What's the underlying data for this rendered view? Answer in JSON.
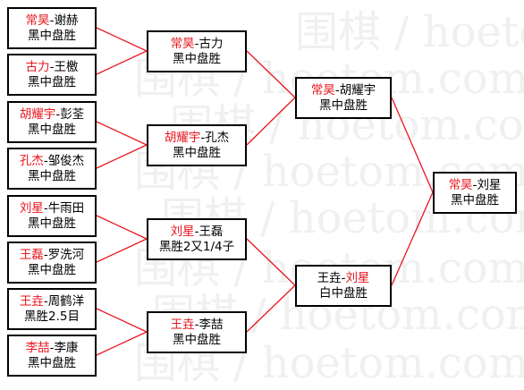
{
  "watermark": "围棋 / hoetom.com",
  "colors": {
    "winner": "#e8161d",
    "text": "#000000",
    "line": "#e8161d",
    "border": "#000000"
  },
  "round1": [
    {
      "p1": "常昊",
      "p2": "谢赫",
      "winner": 1,
      "result": "黑中盘胜"
    },
    {
      "p1": "古力",
      "p2": "王檄",
      "winner": 1,
      "result": "黑中盘胜"
    },
    {
      "p1": "胡耀宇",
      "p2": "彭荃",
      "winner": 1,
      "result": "黑中盘胜"
    },
    {
      "p1": "孔杰",
      "p2": "邹俊杰",
      "winner": 1,
      "result": "黑中盘胜"
    },
    {
      "p1": "刘星",
      "p2": "牛雨田",
      "winner": 1,
      "result": "黑中盘胜"
    },
    {
      "p1": "王磊",
      "p2": "罗洗河",
      "winner": 1,
      "result": "黑中盘胜"
    },
    {
      "p1": "王垚",
      "p2": "周鹤洋",
      "winner": 1,
      "result": "黑胜2.5目"
    },
    {
      "p1": "李喆",
      "p2": "李康",
      "winner": 1,
      "result": "黑中盘胜"
    }
  ],
  "round2": [
    {
      "p1": "常昊",
      "p2": "古力",
      "winner": 1,
      "result": "黑中盘胜"
    },
    {
      "p1": "胡耀宇",
      "p2": "孔杰",
      "winner": 1,
      "result": "黑中盘胜"
    },
    {
      "p1": "刘星",
      "p2": "王磊",
      "winner": 1,
      "result": "黑胜2又1/4子"
    },
    {
      "p1": "王垚",
      "p2": "李喆",
      "winner": 1,
      "result": "黑中盘胜"
    }
  ],
  "semis": [
    {
      "p1": "常昊",
      "p2": "胡耀宇",
      "winner": 1,
      "result": "黑中盘胜"
    },
    {
      "p1": "王垚",
      "p2": "刘星",
      "winner": 2,
      "result": "白中盘胜"
    }
  ],
  "final": {
    "p1": "常昊",
    "p2": "刘星",
    "winner": 1,
    "result": "黑中盘胜"
  }
}
